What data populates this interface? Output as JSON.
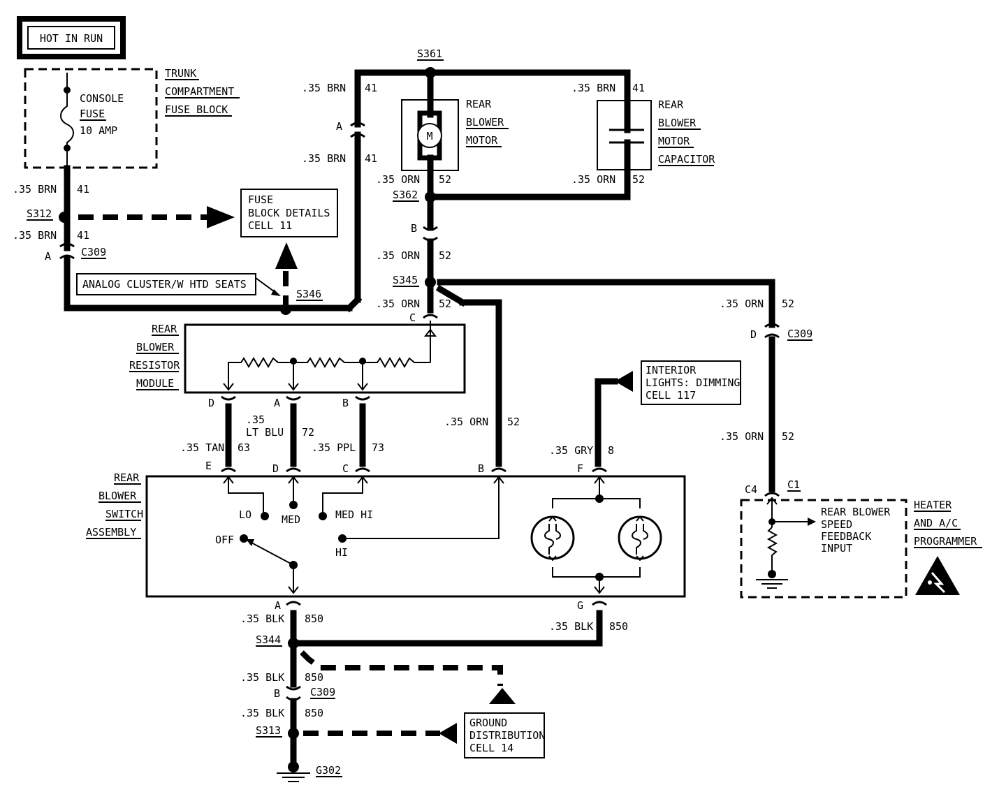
{
  "power": {
    "label": "HOT IN RUN"
  },
  "fuse_block": {
    "line1": "TRUNK",
    "line2": "COMPARTMENT",
    "line3": "FUSE BLOCK"
  },
  "fuse": {
    "line1": "CONSOLE",
    "line2": "FUSE",
    "line3": "10 AMP"
  },
  "fuse_ref": {
    "line1": "FUSE",
    "line2": "BLOCK DETAILS",
    "line3": "CELL 11"
  },
  "analog_cluster": "ANALOG CLUSTER/W HTD SEATS",
  "splices": {
    "s312": "S312",
    "s346": "S346",
    "s361": "S361",
    "s362": "S362",
    "s345": "S345",
    "s344": "S344",
    "s313": "S313"
  },
  "ground": {
    "g302": "G302"
  },
  "motor": {
    "line1": "REAR",
    "line2": "BLOWER",
    "line3": "MOTOR",
    "symbol": "M"
  },
  "capacitor": {
    "line1": "REAR",
    "line2": "BLOWER",
    "line3": "MOTOR",
    "line4": "CAPACITOR"
  },
  "resistor": {
    "line1": "REAR",
    "line2": "BLOWER",
    "line3": "RESISTOR",
    "line4": "MODULE"
  },
  "switch": {
    "line1": "REAR",
    "line2": "BLOWER",
    "line3": "SWITCH",
    "line4": "ASSEMBLY",
    "pos_lo": "LO",
    "pos_med": "MED",
    "pos_medhi": "MED HI",
    "pos_off": "OFF",
    "pos_hi": "HI"
  },
  "interior_ref": {
    "line1": "INTERIOR",
    "line2": "LIGHTS: DIMMING",
    "line3": "CELL 117"
  },
  "ground_ref": {
    "line1": "GROUND",
    "line2": "DISTRIBUTION",
    "line3": "CELL 14"
  },
  "programmer": {
    "line1": "HEATER",
    "line2": "AND A/C",
    "line3": "PROGRAMMER",
    "inner1": "REAR BLOWER",
    "inner2": "SPEED",
    "inner3": "FEEDBACK",
    "inner4": "INPUT"
  },
  "connectors": {
    "c309": "C309",
    "c1": "C1"
  },
  "pins": {
    "a": "A",
    "b": "B",
    "c": "C",
    "d": "D",
    "e": "E",
    "f": "F",
    "g": "G",
    "c4": "C4"
  },
  "wire_labels": {
    "brn": ".35 BRN",
    "orn": ".35 ORN",
    "tan": ".35 TAN",
    "lt": ".35",
    "ltblu": "LT BLU",
    "ppl": ".35 PPL",
    "gry": ".35 GRY",
    "blk": ".35 BLK"
  },
  "circuits": {
    "c41": "41",
    "c52": "52",
    "c63": "63",
    "c72": "72",
    "c73": "73",
    "c8": "8",
    "c850": "850"
  }
}
